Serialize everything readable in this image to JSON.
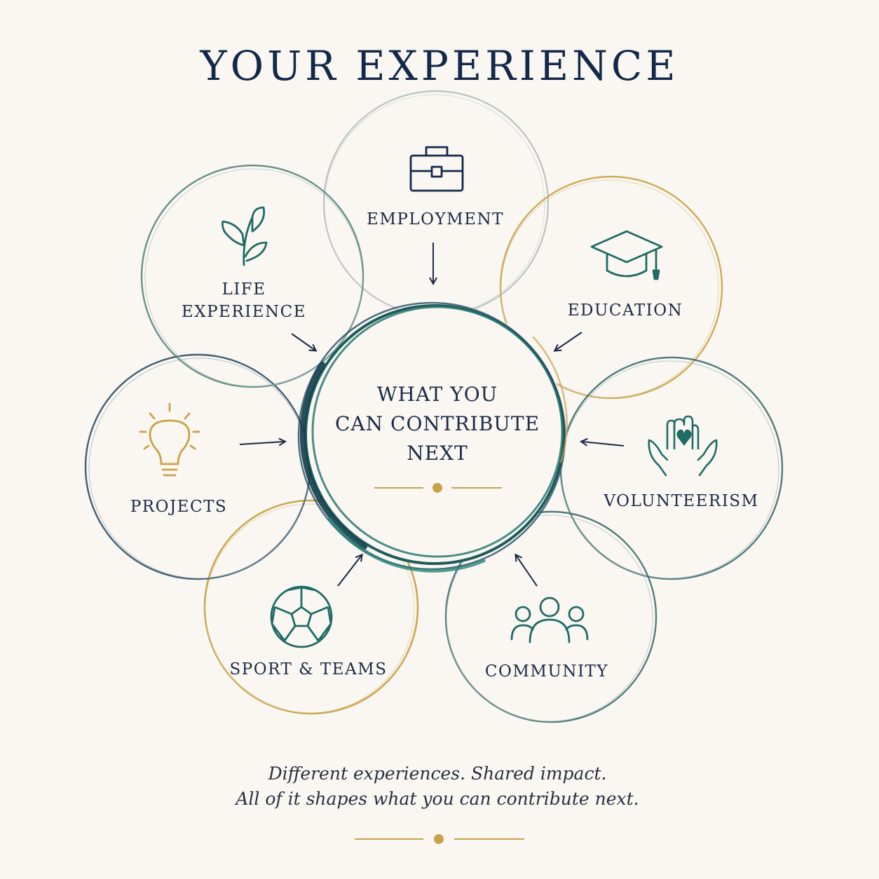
{
  "title": "YOUR EXPERIENCE",
  "center": {
    "lines": [
      "WHAT YOU",
      "CAN CONTRIBUTE",
      "NEXT"
    ]
  },
  "nodes": [
    {
      "id": "employment",
      "label_lines": [
        "EMPLOYMENT"
      ],
      "icon": "briefcase-icon"
    },
    {
      "id": "education",
      "label_lines": [
        "EDUCATION"
      ],
      "icon": "graduation-cap-icon"
    },
    {
      "id": "volunteerism",
      "label_lines": [
        "VOLUNTEERISM"
      ],
      "icon": "heart-hands-icon"
    },
    {
      "id": "community",
      "label_lines": [
        "COMMUNITY"
      ],
      "icon": "people-group-icon"
    },
    {
      "id": "sport-teams",
      "label_lines": [
        "SPORT & TEAMS"
      ],
      "icon": "soccer-ball-icon"
    },
    {
      "id": "projects",
      "label_lines": [
        "PROJECTS"
      ],
      "icon": "lightbulb-icon"
    },
    {
      "id": "life-experience",
      "label_lines": [
        "LIFE",
        "EXPERIENCE"
      ],
      "icon": "plant-sprout-icon"
    }
  ],
  "footer": {
    "line1": "Different experiences. Shared impact.",
    "line2": "All of it shapes what you can contribute next."
  },
  "colors": {
    "background": "#faf7f2",
    "navy": "#13294b",
    "teal": "#1f6b66",
    "gold": "#c9a248",
    "grey_ring": "#b9c4c4"
  }
}
